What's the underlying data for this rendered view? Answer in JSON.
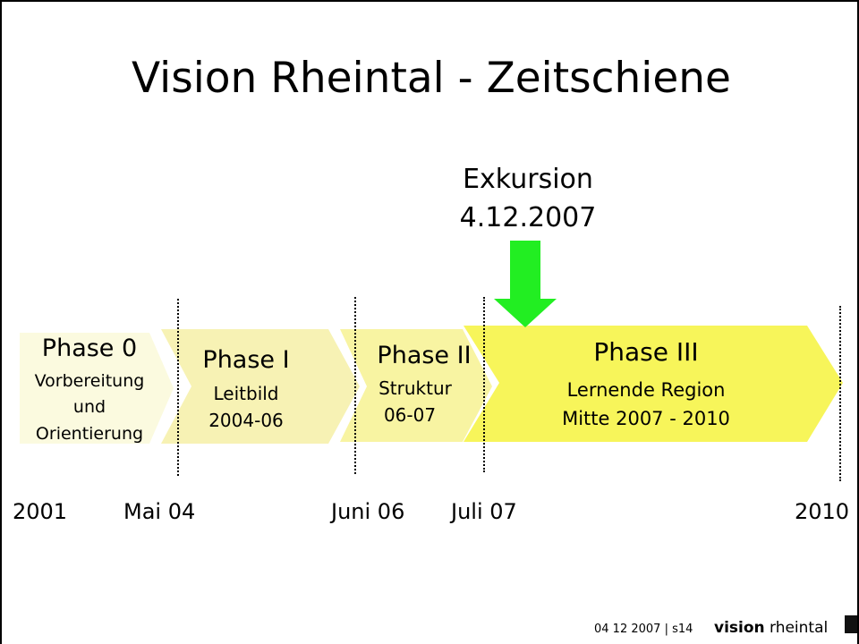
{
  "slide": {
    "title": "Vision Rheintal - Zeitschiene"
  },
  "exkursion": {
    "line1": "Exkursion",
    "line2": "4.12.2007",
    "arrow_color": "#22ee22"
  },
  "phases": [
    {
      "title": "Phase 0",
      "lines": [
        "Vorbereitung",
        "und",
        "Orientierung"
      ],
      "color": "#fbfadf"
    },
    {
      "title": "Phase I",
      "lines": [
        "Leitbild",
        "2004-06"
      ],
      "color": "#f7f2b4"
    },
    {
      "title": "Phase II",
      "lines": [
        "Struktur",
        "06-07"
      ],
      "color": "#f8f4a2"
    },
    {
      "title": "Phase III",
      "lines": [
        "Lernende Region",
        "Mitte 2007 - 2010"
      ],
      "color": "#f7f55a"
    }
  ],
  "timeline": {
    "labels": [
      "2001",
      "Mai 04",
      "Juni 06",
      "Juli 07",
      "2010"
    ]
  },
  "footer": {
    "date": "04 12 2007 | s14",
    "brand_a": "vision",
    "brand_b": "rheintal"
  }
}
